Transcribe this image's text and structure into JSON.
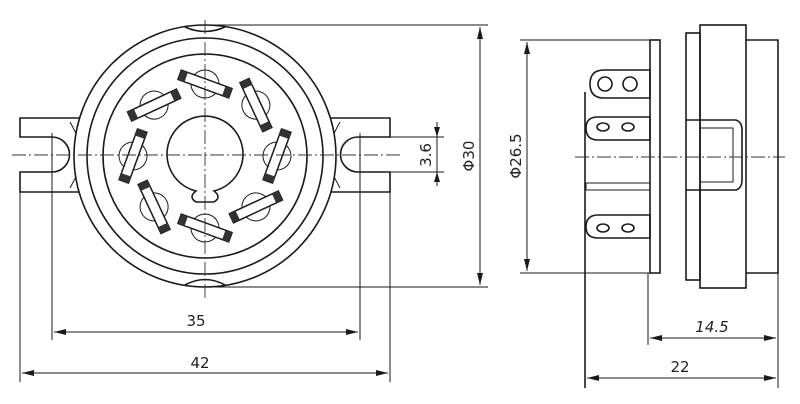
{
  "drawing": {
    "front_view": {
      "pin_count": 8,
      "dimensions": {
        "flange_hole_spacing": "35",
        "overall_width": "42",
        "body_diameter": "Φ30",
        "slot_width": "3.6"
      }
    },
    "side_view": {
      "dimensions": {
        "mount_diameter": "Φ26.5",
        "body_height": "14.5",
        "overall_height": "22"
      }
    },
    "line_color": "#1a1a1a"
  }
}
